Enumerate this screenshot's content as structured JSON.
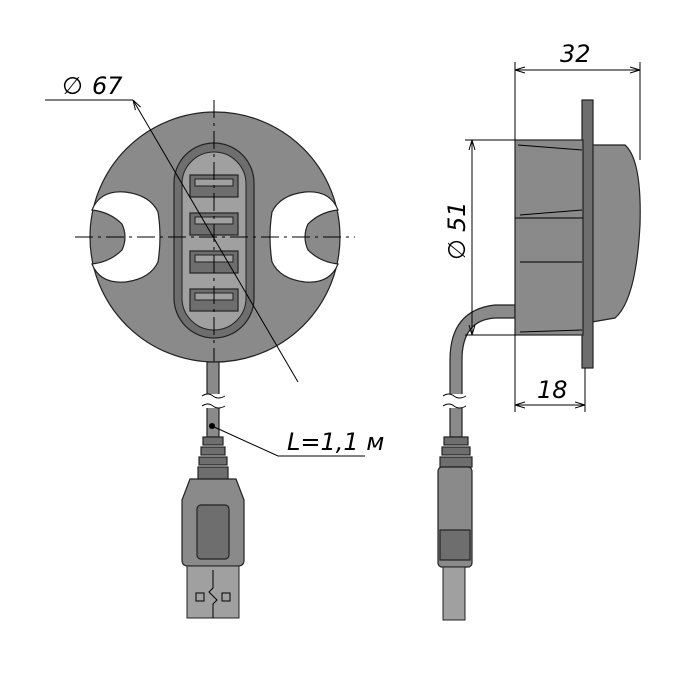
{
  "dimensions": {
    "outer_diameter": "67",
    "inner_diameter": "51",
    "depth": "32",
    "flange_depth": "18",
    "cable_length": "L=1,1 м"
  },
  "symbols": {
    "diameter": "∅"
  },
  "colors": {
    "body": "#8a8a8a",
    "outline": "#222222",
    "background": "#ffffff"
  }
}
